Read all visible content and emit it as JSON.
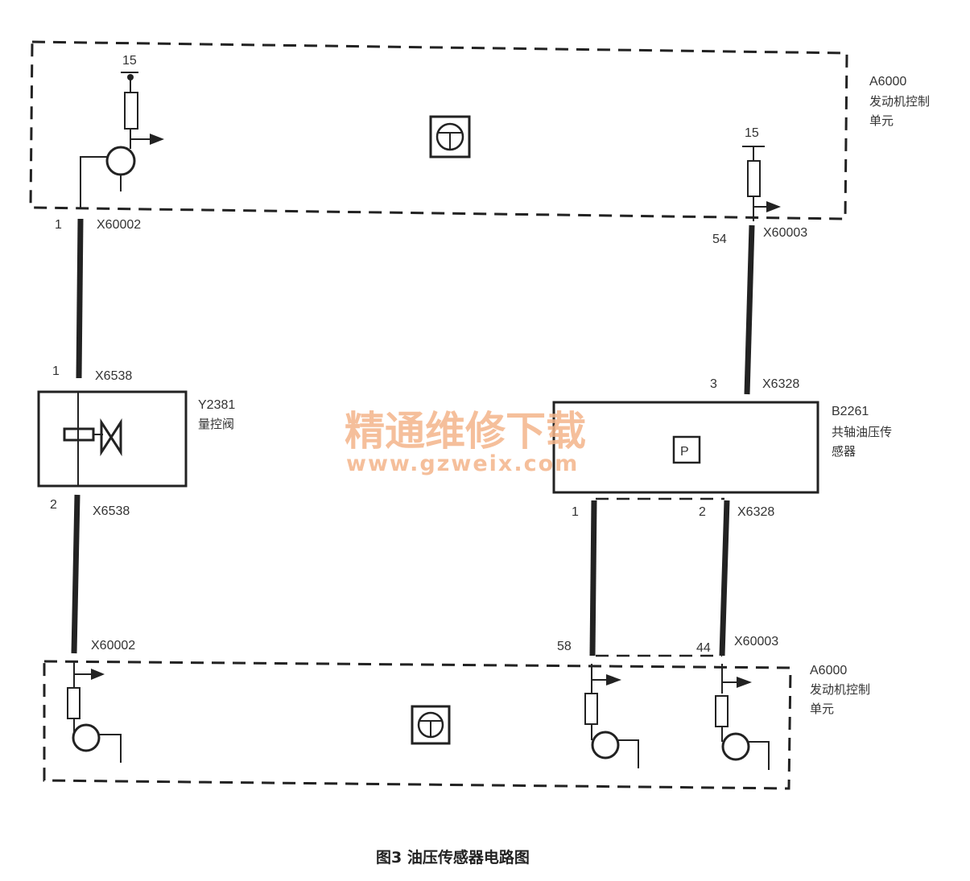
{
  "watermark": {
    "title": "精通维修下载",
    "url": "www.gzweix.com"
  },
  "caption": "图3 油压传感器电路图",
  "top_unit": {
    "id": "A6000",
    "name_line1": "发动机控制",
    "name_line2": "单元",
    "supply_left": "15",
    "supply_right": "15"
  },
  "bottom_unit": {
    "id": "A6000",
    "name_line1": "发动机控制",
    "name_line2": "单元"
  },
  "valve": {
    "id": "Y2381",
    "name": "量控阀"
  },
  "sensor": {
    "id": "B2261",
    "name_line1": "共轴油压传",
    "name_line2": "感器",
    "symbol": "P"
  },
  "connectors": {
    "top_left_pin": "1",
    "top_left": "X60002",
    "top_right_pin": "54",
    "top_right": "X60003",
    "valve_top_pin": "1",
    "valve_top": "X6538",
    "valve_bottom_pin": "2",
    "valve_bottom": "X6538",
    "sensor_top_pin": "3",
    "sensor_top": "X6328",
    "sensor_bottom_pin1": "1",
    "sensor_bottom_pin2": "2",
    "sensor_bottom": "X6328",
    "bottom_left": "X60002",
    "bottom_mid_pin": "58",
    "bottom_right_pin": "44",
    "bottom_right": "X60003"
  }
}
